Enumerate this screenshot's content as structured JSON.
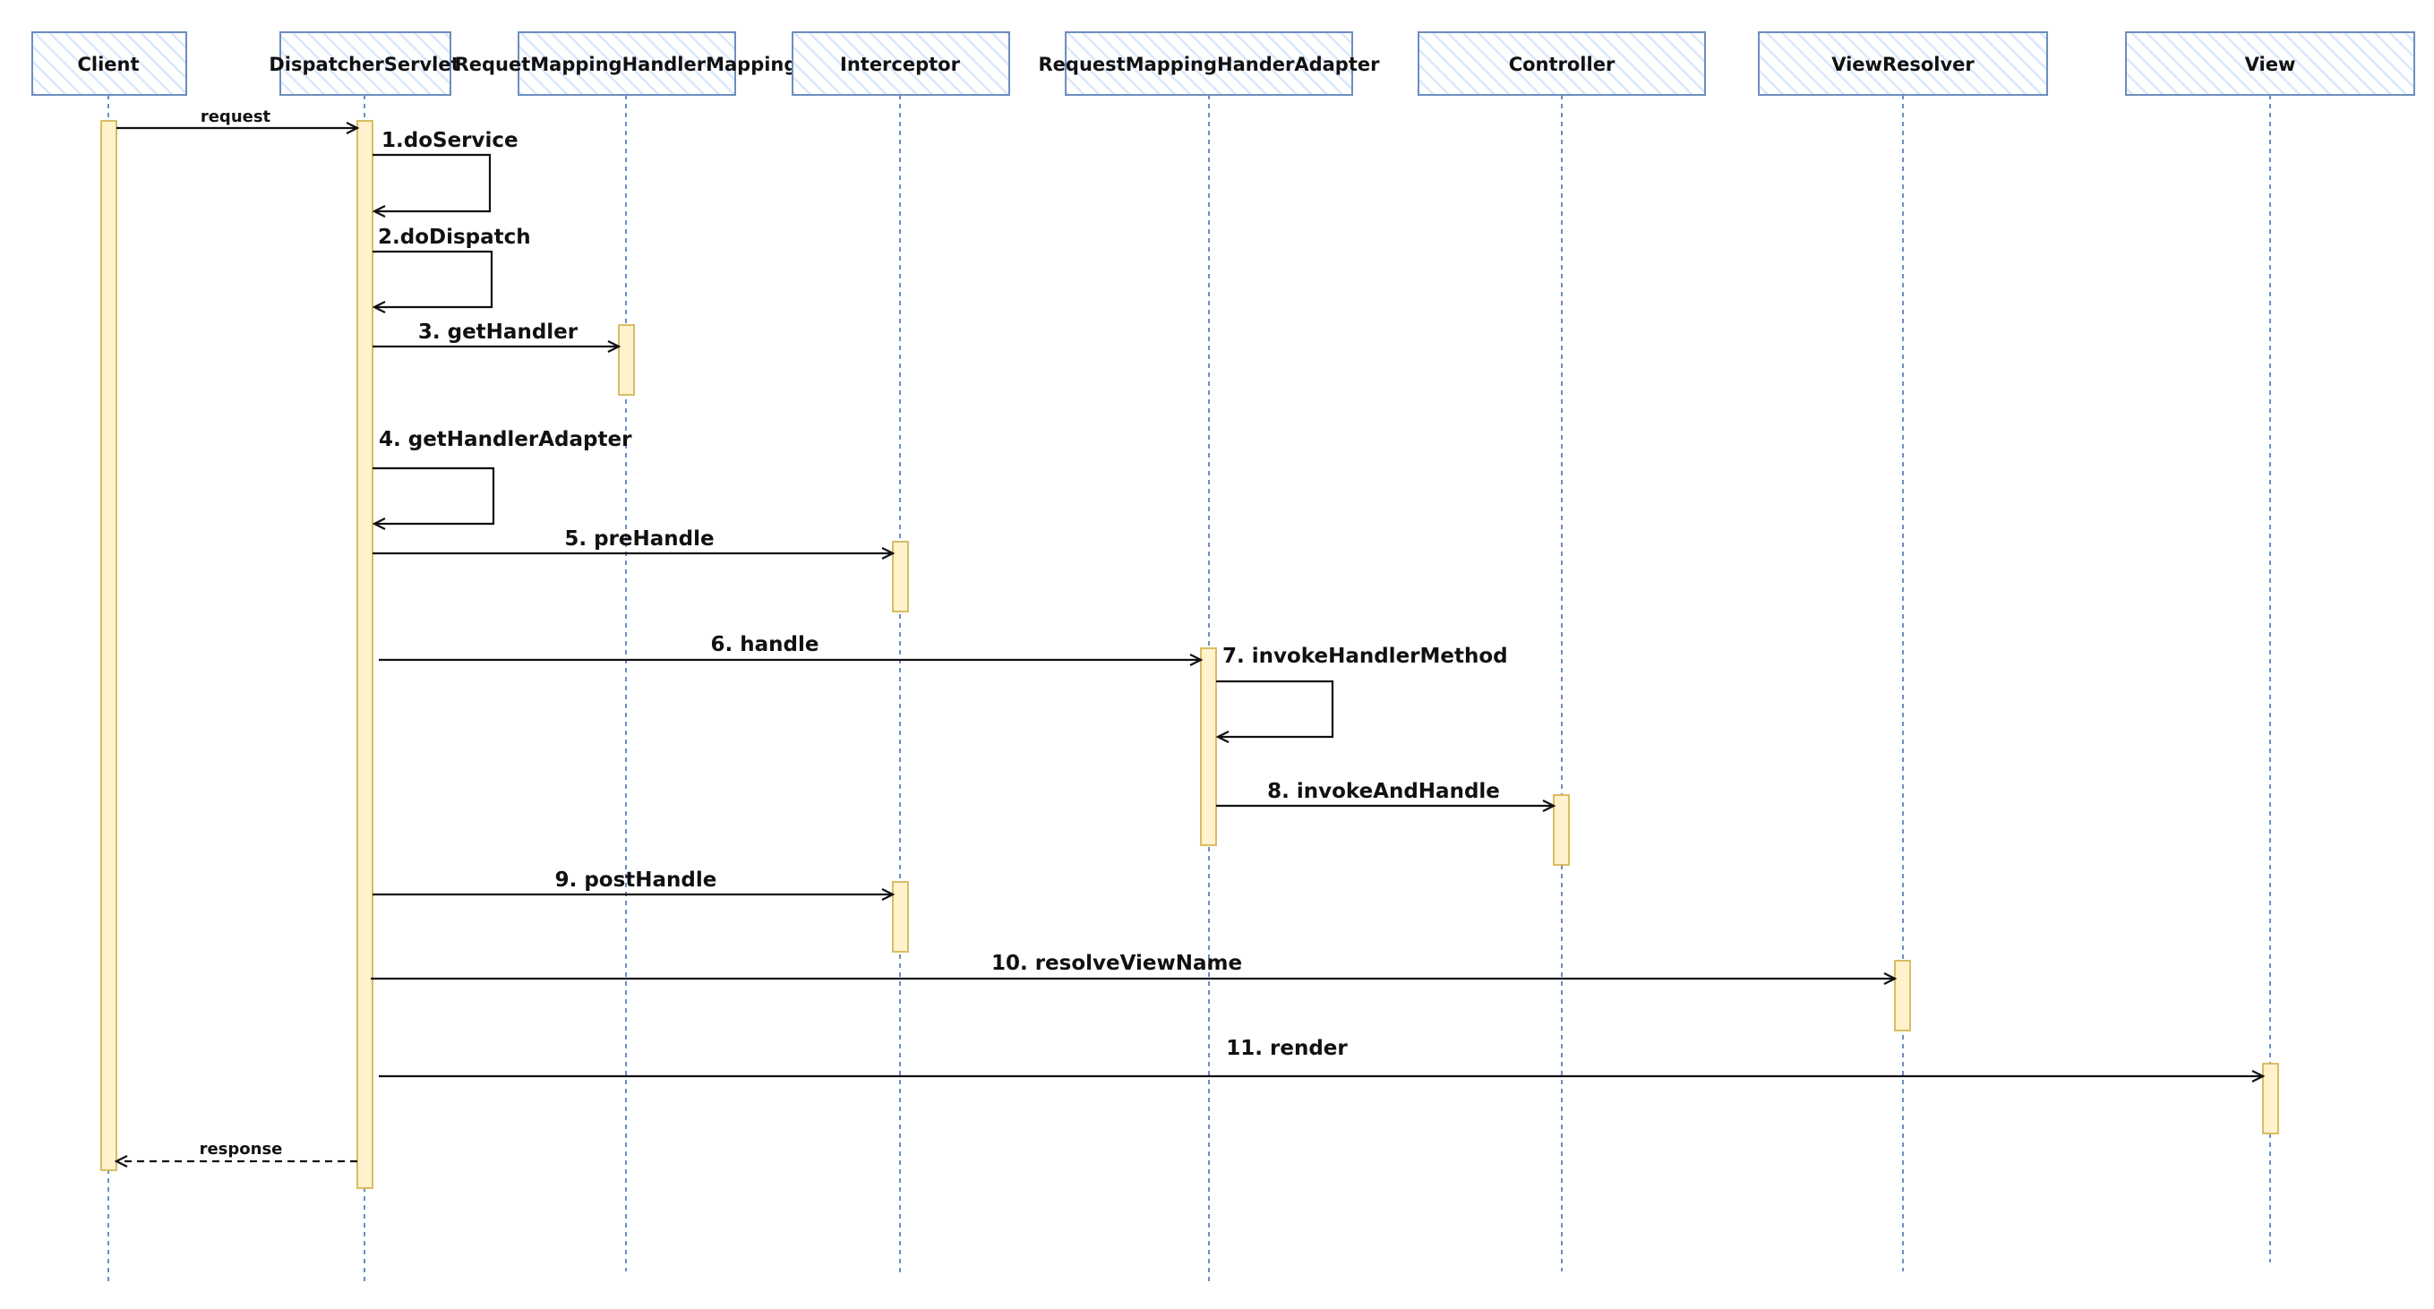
{
  "diagram_type": "sequence",
  "colors": {
    "participant_border": "#6c8ebf",
    "participant_hatch": "#dae8fc",
    "lifeline": "#6c8ebf",
    "activation_fill": "#fff2cc",
    "activation_border": "#d6b656",
    "arrow": "#111111",
    "text": "#111111"
  },
  "participants": [
    {
      "id": "client",
      "label": "Client"
    },
    {
      "id": "dispatcher",
      "label": "DispatcherServlet"
    },
    {
      "id": "mapping",
      "label": "RequetMappingHandlerMapping"
    },
    {
      "id": "interceptor",
      "label": "Interceptor"
    },
    {
      "id": "adapter",
      "label": "RequestMappingHanderAdapter"
    },
    {
      "id": "controller",
      "label": "Controller"
    },
    {
      "id": "viewresolver",
      "label": "ViewResolver"
    },
    {
      "id": "view",
      "label": "View"
    }
  ],
  "messages": [
    {
      "id": "request",
      "from": "client",
      "to": "dispatcher",
      "label": "request",
      "style": "solid"
    },
    {
      "id": "do-service",
      "from": "dispatcher",
      "to": "dispatcher",
      "label": "1.doService",
      "style": "self"
    },
    {
      "id": "do-dispatch",
      "from": "dispatcher",
      "to": "dispatcher",
      "label": "2.doDispatch",
      "style": "self"
    },
    {
      "id": "get-handler",
      "from": "dispatcher",
      "to": "mapping",
      "label": "3. getHandler",
      "style": "solid"
    },
    {
      "id": "get-handler-adapter",
      "from": "dispatcher",
      "to": "dispatcher",
      "label": "4. getHandlerAdapter",
      "style": "self"
    },
    {
      "id": "pre-handle",
      "from": "dispatcher",
      "to": "interceptor",
      "label": "5. preHandle",
      "style": "solid"
    },
    {
      "id": "handle",
      "from": "dispatcher",
      "to": "adapter",
      "label": "6. handle",
      "style": "solid"
    },
    {
      "id": "invoke-handler-method",
      "from": "adapter",
      "to": "adapter",
      "label": "7. invokeHandlerMethod",
      "style": "self"
    },
    {
      "id": "invoke-and-handle",
      "from": "adapter",
      "to": "controller",
      "label": "8.  invokeAndHandle",
      "style": "solid"
    },
    {
      "id": "post-handle",
      "from": "dispatcher",
      "to": "interceptor",
      "label": "9. postHandle",
      "style": "solid"
    },
    {
      "id": "resolve-view-name",
      "from": "dispatcher",
      "to": "viewresolver",
      "label": "10. resolveViewName",
      "style": "solid"
    },
    {
      "id": "render",
      "from": "dispatcher",
      "to": "view",
      "label": "11. render",
      "style": "solid"
    },
    {
      "id": "response",
      "from": "dispatcher",
      "to": "client",
      "label": "response",
      "style": "dashed"
    }
  ]
}
